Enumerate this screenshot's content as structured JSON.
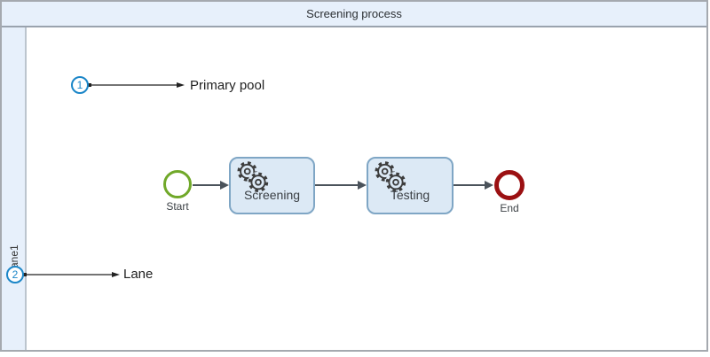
{
  "pool": {
    "title": "Screening process"
  },
  "lane": {
    "label": "Lane1"
  },
  "annotations": {
    "items": [
      {
        "number": "1",
        "label": "Primary pool"
      },
      {
        "number": "2",
        "label": "Lane"
      }
    ]
  },
  "diagram": {
    "start_event": {
      "label": "Start"
    },
    "tasks": [
      {
        "label": "Screening",
        "marker": "service-gears-icon"
      },
      {
        "label": "Testing",
        "marker": "service-gears-icon"
      }
    ],
    "end_event": {
      "label": "End"
    }
  },
  "colors": {
    "pool_header_fill": "#e7f0fb",
    "frame_border": "#a5a9af",
    "header_divider": "#9aa3ae",
    "lane_divider": "#bcc5ce",
    "callout_blue": "#1b86c8",
    "annotation_ink": "#222222",
    "start_green": "#70a829",
    "end_red": "#9b1012",
    "task_fill": "#dce9f5",
    "task_border": "#7fa6c5",
    "flow_stroke": "#4b535b",
    "gear_stroke": "#3d3d3d",
    "label_text": "#3b4045"
  }
}
